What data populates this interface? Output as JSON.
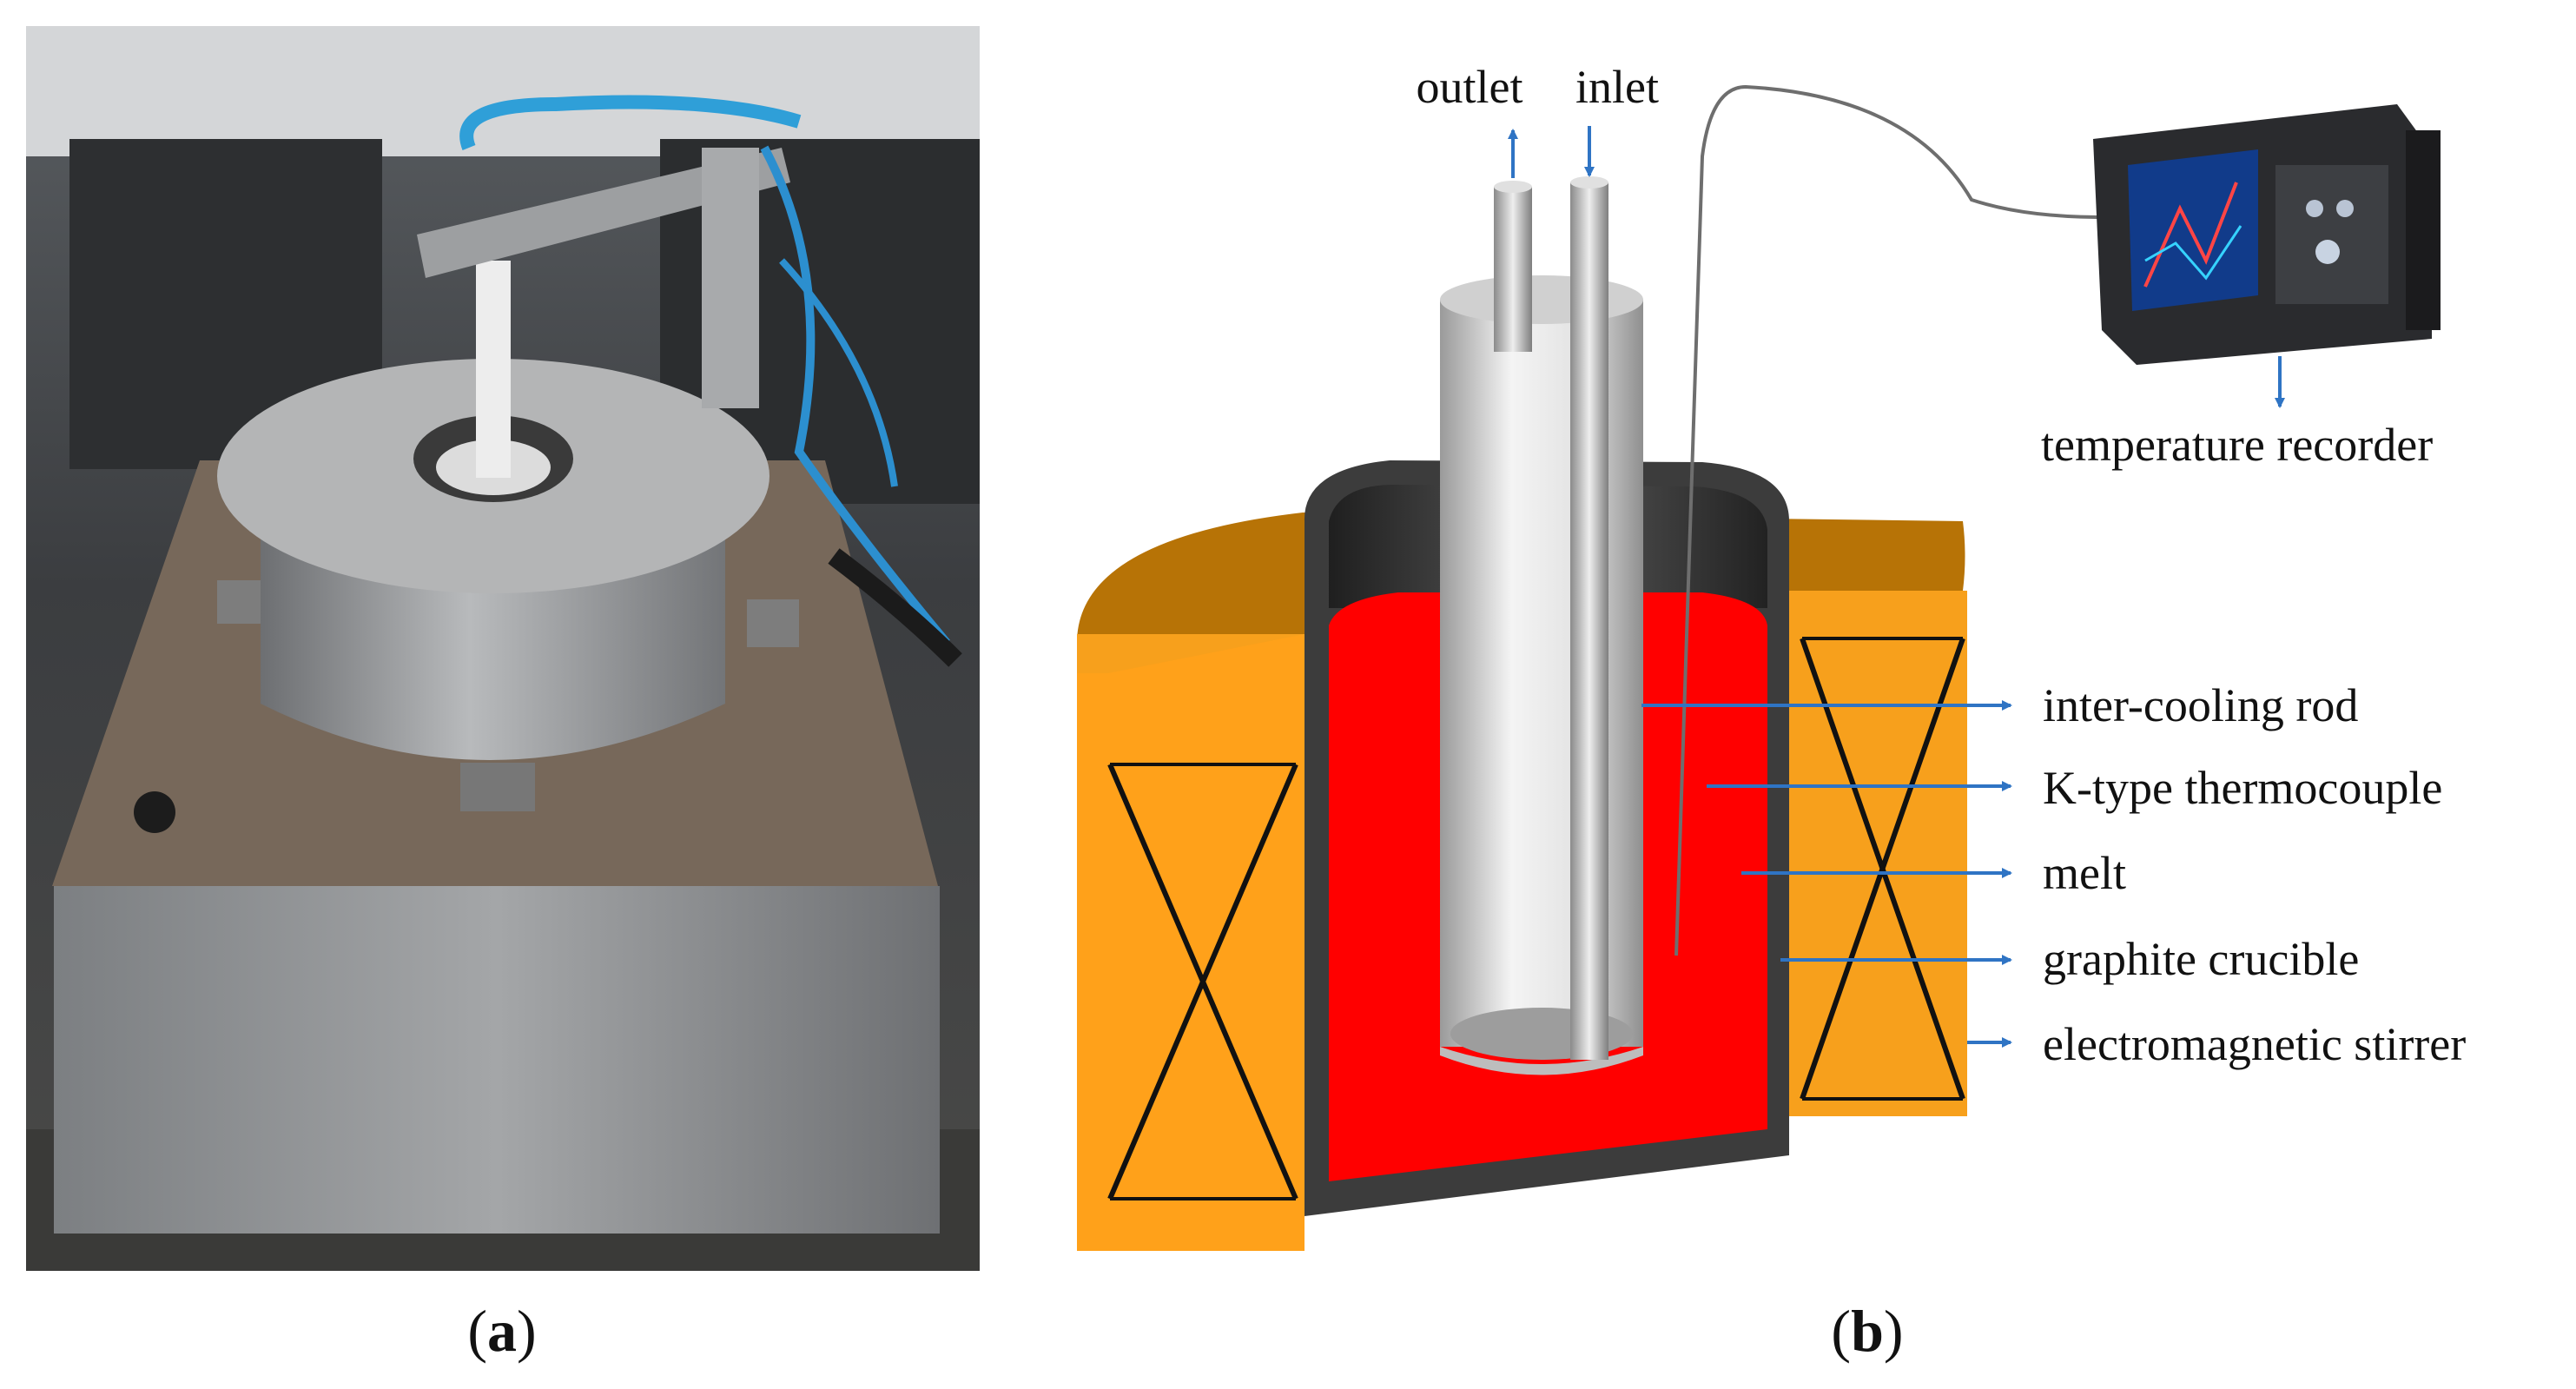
{
  "panels": {
    "a": {
      "caption_open": "(",
      "caption_letter": "a",
      "caption_close": ")"
    },
    "b": {
      "caption_open": "(",
      "caption_letter": "b",
      "caption_close": ")"
    }
  },
  "labels": {
    "outlet": "outlet",
    "inlet": "inlet",
    "temperature_recorder": "temperature recorder",
    "inter_cooling_rod": "inter-cooling rod",
    "k_type_thermocouple": "K-type thermocouple",
    "melt": "melt",
    "graphite_crucible": "graphite crucible",
    "electromagnetic_stirrer": "electromagnetic stirrer"
  },
  "colors": {
    "stirrer_orange": "#f7a01c",
    "stirrer_top": "#b77306",
    "melt_red": "#ff0000",
    "crucible_dark": "#3c3c3c",
    "arrow_blue": "#2f74c4",
    "rod_light": "#e8e8e8"
  }
}
